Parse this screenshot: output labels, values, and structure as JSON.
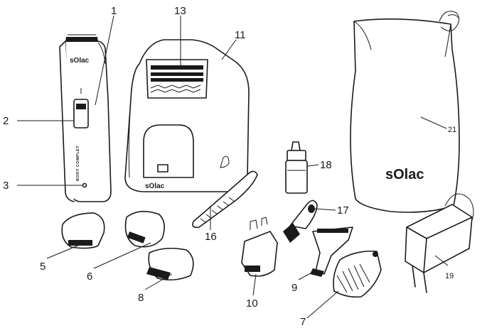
{
  "brand": "sOlac",
  "trimmer_text": "BODY COMPLET",
  "callouts": {
    "c1": "1",
    "c2": "2",
    "c3": "3",
    "c5": "5",
    "c6": "6",
    "c7": "7",
    "c8": "8",
    "c9": "9",
    "c10": "10",
    "c11": "11",
    "c13": "13",
    "c16": "16",
    "c17": "17",
    "c18": "18",
    "c19": "19",
    "c21": "21"
  }
}
